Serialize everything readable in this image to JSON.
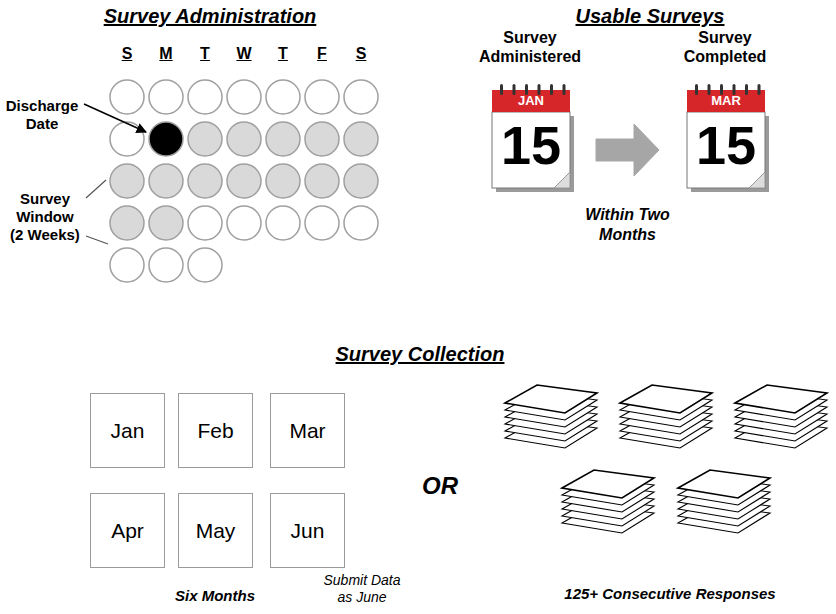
{
  "diagram": {
    "nodes": [
      {
        "text": [
          "Survey Administered",
          "JAN",
          "15"
        ]
      },
      {
        "text": [
          "Survey Completed",
          "MAR",
          "15"
        ]
      },
      {
        "text": [
          "Jan"
        ]
      },
      {
        "text": [
          "Feb"
        ]
      },
      {
        "text": [
          "Mar"
        ]
      },
      {
        "text": [
          "Apr"
        ]
      },
      {
        "text": [
          "May"
        ]
      },
      {
        "text": [
          "Jun"
        ]
      }
    ],
    "edges": [
      {
        "from": 0,
        "to": 1,
        "arrow": "to",
        "label": "Within Two Months"
      }
    ],
    "labels": [
      "Survey Administration",
      "S",
      "M",
      "T",
      "W",
      "T",
      "F",
      "S",
      "Discharge Date",
      "Survey Window (2 Weeks)",
      "Usable Surveys",
      "Survey Collection",
      "OR",
      "Six Months",
      "Submit Data as June",
      "125+ Consecutive Responses"
    ]
  }
}
